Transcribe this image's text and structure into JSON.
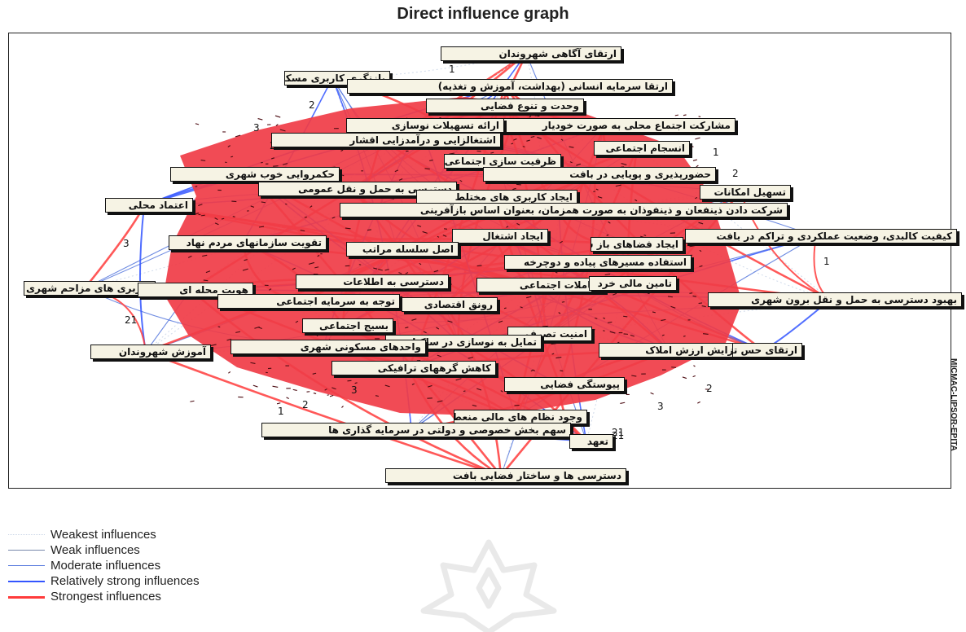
{
  "title": "Direct influence graph",
  "software_label": "MICMAC-LIPSOR-EPITA",
  "colors": {
    "strongest": "#ff3b3b",
    "relatively_strong": "#3355ff",
    "moderate": "#5577dd",
    "weak": "#7788aa",
    "weakest": "#c8d4e6",
    "node_fill": "#f6f3e4",
    "hub_fill": "#f03c46"
  },
  "legend": [
    {
      "label": "Weakest influences",
      "color": "#c8d4e6",
      "style": "dotted"
    },
    {
      "label": "Weak influences",
      "color": "#7788aa",
      "style": "thin"
    },
    {
      "label": "Moderate influences",
      "color": "#5577dd",
      "style": "medium"
    },
    {
      "label": "Relatively strong influences",
      "color": "#3355ff",
      "style": "thick"
    },
    {
      "label": "Strongest influences",
      "color": "#ff3b3b",
      "style": "thickest"
    }
  ],
  "nodes": [
    {
      "label": "ارتقای آگاهی شهروندان"
    },
    {
      "label": "بازنگری کاربری مسکونی"
    },
    {
      "label": "ارتقا سرمایه انسانی (بهداشت، آموزش و تغذیه)"
    },
    {
      "label": "وحدت و تنوع فضایی"
    },
    {
      "label": "مشارکت اجتماع محلی به صورت خودیار"
    },
    {
      "label": "ارائه تسهیلات نوسازی"
    },
    {
      "label": "اشتغالزایی و درآمدزایی اقشار"
    },
    {
      "label": "انسجام اجتماعی"
    },
    {
      "label": "ظرفیت سازی اجتماعی"
    },
    {
      "label": "حکمروایی خوب شهری"
    },
    {
      "label": "حضورپذیری و پویایی در بافت"
    },
    {
      "label": "دسترسی به حمل و نقل عمومی"
    },
    {
      "label": "تسهیل امکانات"
    },
    {
      "label": "ایجاد کاربری های مختلط"
    },
    {
      "label": "اعتماد محلی"
    },
    {
      "label": "شرکت دادن ذینفعان و ذینفوذان به صورت همزمان، بعنوان اساس بازآفرینی"
    },
    {
      "label": "کیفیت کالبدی، وضعیت عملکردی و تراکم در بافت"
    },
    {
      "label": "ایجاد اشتغال"
    },
    {
      "label": "تقویت سازمانهای مردم نهاد"
    },
    {
      "label": "ایجاد فضاهای باز شهری"
    },
    {
      "label": "اصل سلسله مراتب"
    },
    {
      "label": "استفاده مسیرهای پیاده و دوچرخه"
    },
    {
      "label": "دسترسی به اطلاعات"
    },
    {
      "label": "تعاملات اجتماعی"
    },
    {
      "label": "تامین مالی خرد"
    },
    {
      "label": "کاربری های مزاحم شهری"
    },
    {
      "label": "هویت محله ای"
    },
    {
      "label": "توجه به سرمایه اجتماعی"
    },
    {
      "label": "بهبود دسترسی به حمل و نقل برون شهری"
    },
    {
      "label": "رونق اقتصادی"
    },
    {
      "label": "بسیج اجتماعی"
    },
    {
      "label": "امنیت تصرف"
    },
    {
      "label": "آموزش شهروندان"
    },
    {
      "label": "افزایش ارزش املاک"
    },
    {
      "label": "ارتقای حس تعلق"
    },
    {
      "label": "تمایل به نوسازی در ساکنان"
    },
    {
      "label": "واحدهای مسکونی شهری"
    },
    {
      "label": "کاهش گرههای ترافیکی"
    },
    {
      "label": "پیوستگی فضایی"
    },
    {
      "label": "وجود نظام های مالی منعطف"
    },
    {
      "label": "سهم بخش خصوصی و دولتی در سرمایه گذاری ها"
    },
    {
      "label": "تعهد"
    },
    {
      "label": "دسترسی ها و ساختار فضایی بافت"
    }
  ],
  "edge_weights": [
    "1",
    "2",
    "3",
    "21"
  ]
}
